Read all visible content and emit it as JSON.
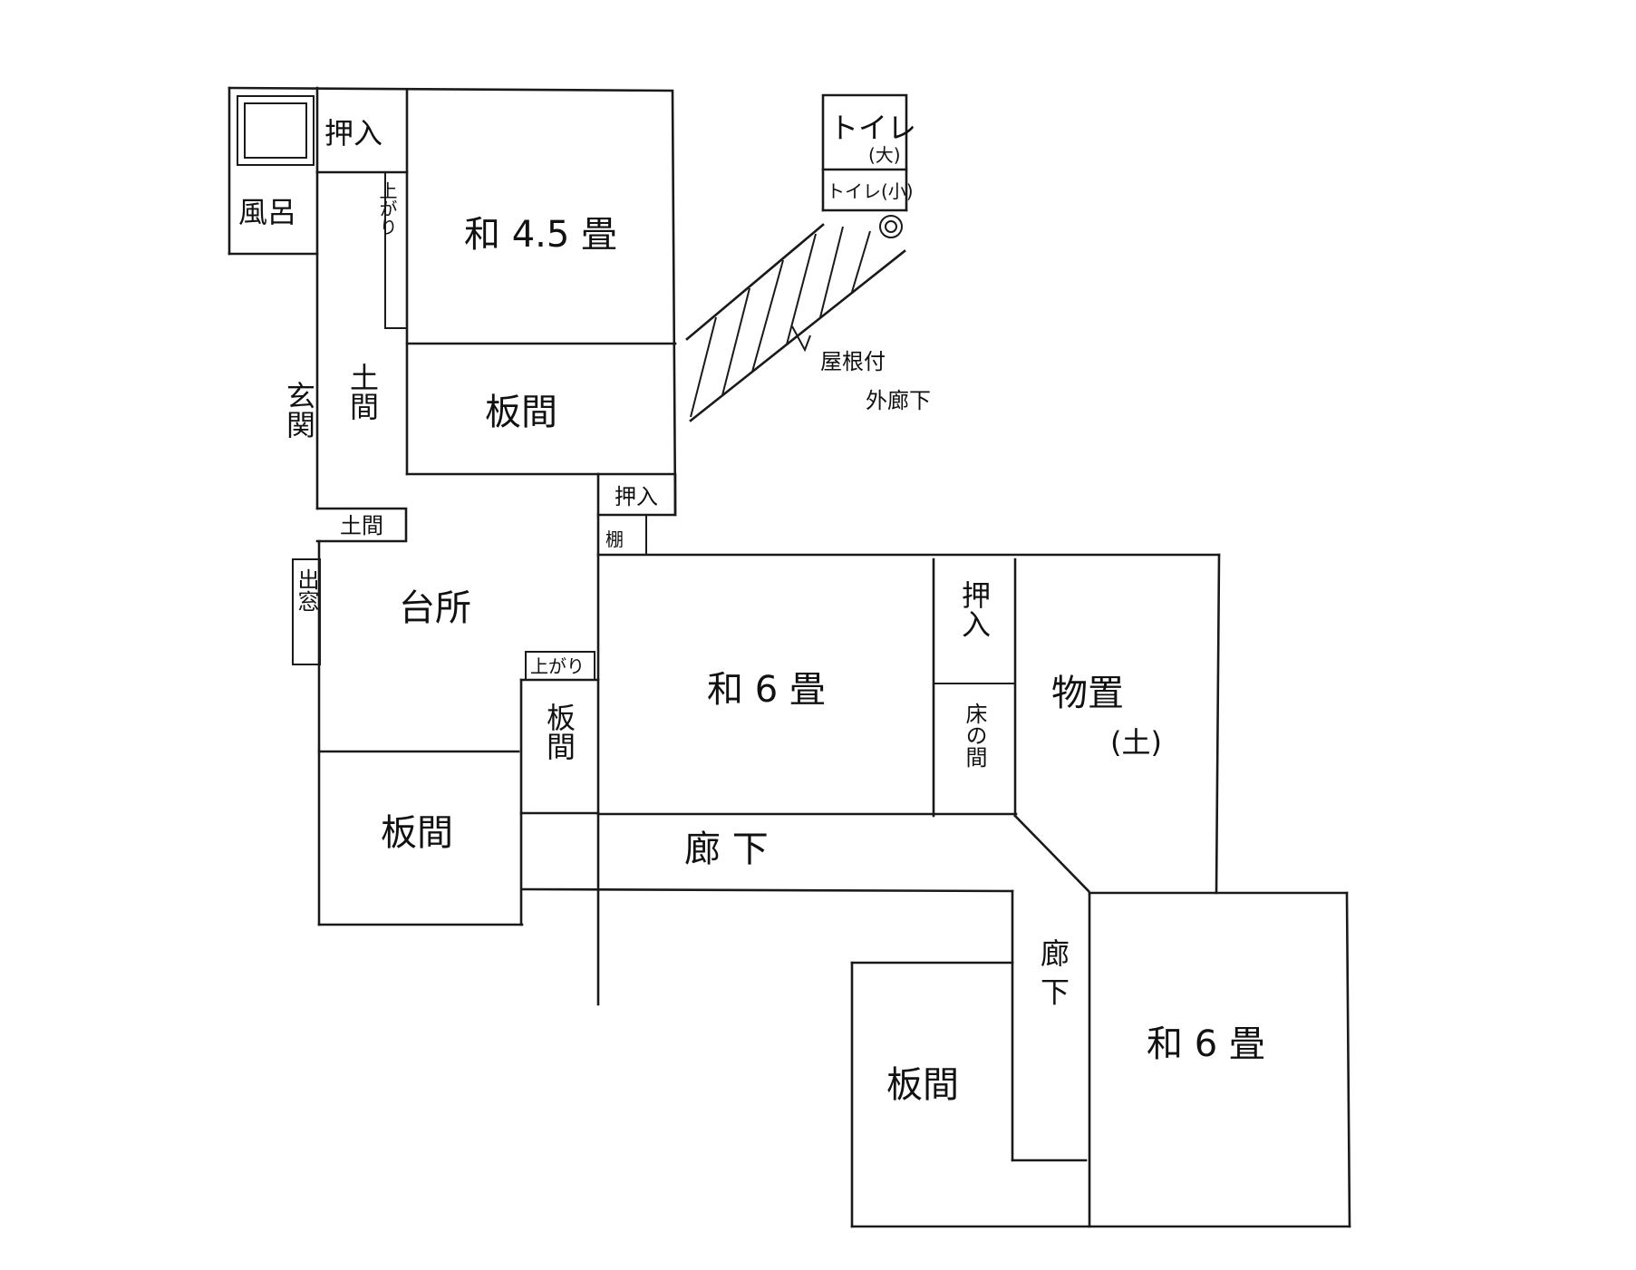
{
  "rooms": {
    "washitsu_45": "和 4.5 畳",
    "furo": "風呂",
    "oshiire_top": "押入",
    "agari_1": "上がり",
    "doma_1": "土間",
    "genkan": "玄関",
    "itama_1": "板間",
    "oshiire_mid": "押入",
    "tana": "棚",
    "doma_2": "土間",
    "demado": "出窓",
    "daidokoro": "台所",
    "agari_2": "上がり",
    "itama_2": "板間",
    "itama_3": "板間",
    "washitsu_6a": "和 6 畳",
    "oshiire_right": "押入",
    "tokonoma": "床の間",
    "monooki": "物置",
    "monooki_sub": "(土)",
    "rouka_1": "廊 下",
    "rouka_2": "廊 下",
    "itama_4": "板間",
    "washitsu_6b": "和 6 畳",
    "toilet_l": "トイレ",
    "toilet_l_sub": "(大)",
    "toilet_s": "トイレ(小)",
    "ext_corridor_1": "屋根付",
    "ext_corridor_2": "外廊下"
  }
}
